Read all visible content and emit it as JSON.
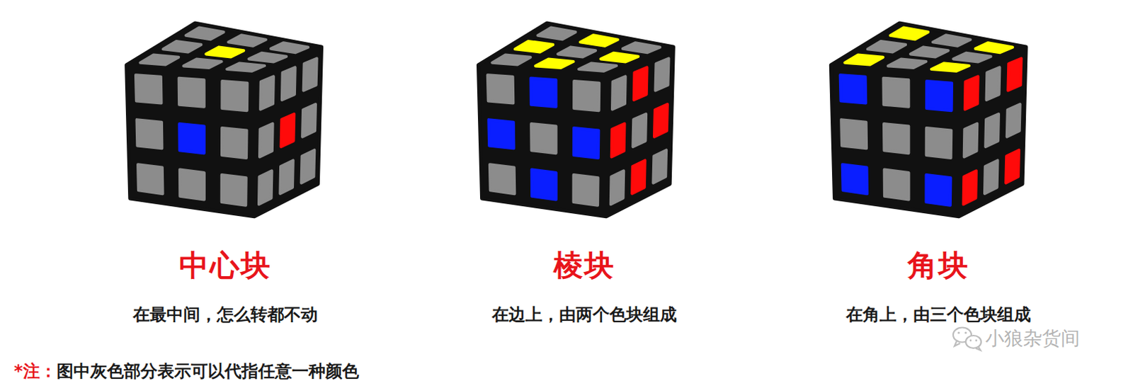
{
  "diagram": {
    "labels": [
      "中心块",
      "在最中间，怎么转都不动",
      "棱块",
      "在边上，由两个色块组成",
      "角块",
      "在角上，由三个色块组成",
      "*注：",
      "图中灰色部分表示可以代指任意一种颜色",
      "小狼杂货间"
    ]
  }
}
